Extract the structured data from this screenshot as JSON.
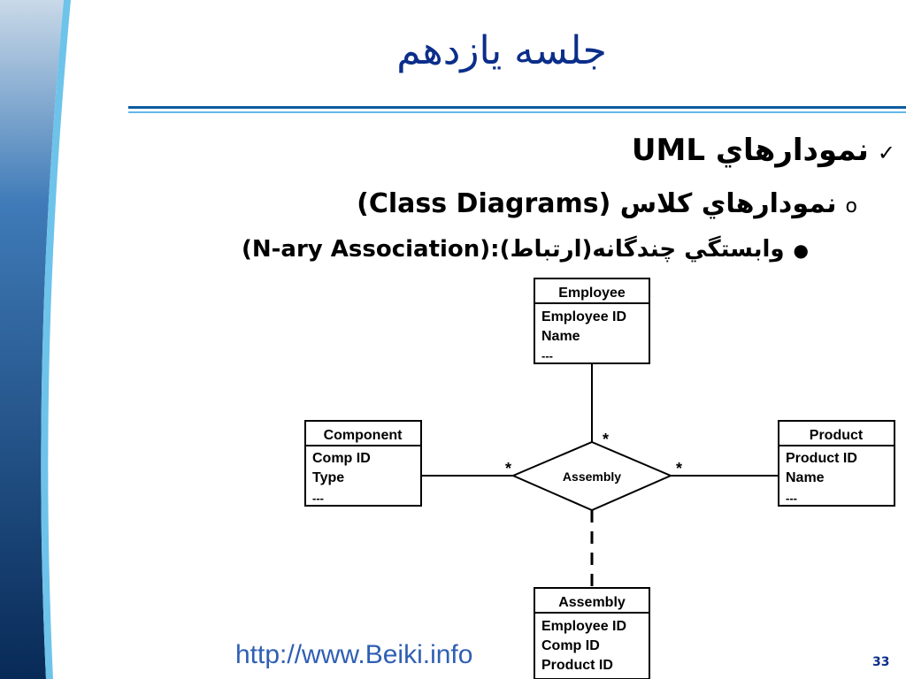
{
  "slide": {
    "title": "جلسه يازدهم",
    "bullets": [
      {
        "text_rtl": "نمودارهاي ",
        "text_ltr": "UML",
        "marker": "check-mark-icon"
      },
      {
        "text_rtl": "نمودارهاي كلاس ",
        "text_ltr": "(Class Diagrams)",
        "marker": "circle-bullet-icon"
      },
      {
        "text_rtl": "وابستگي چندگانه(ارتباط)",
        "text_ltr": "(N-ary Association):",
        "marker": "dot-bullet-icon"
      }
    ],
    "footer_url": "http://www.Beiki.info",
    "page_number": "33"
  },
  "diagram": {
    "classes": {
      "employee": {
        "name": "Employee",
        "attrs": [
          "Employee ID",
          "Name",
          "---"
        ]
      },
      "component": {
        "name": "Component",
        "attrs": [
          "Comp ID",
          "Type",
          "---"
        ]
      },
      "product": {
        "name": "Product",
        "attrs": [
          "Product ID",
          "Name",
          "---"
        ]
      },
      "assembly_class": {
        "name": "Assembly",
        "attrs": [
          "Employee ID",
          "Comp ID",
          "Product ID"
        ]
      }
    },
    "association": {
      "name": "Assembly"
    },
    "multiplicities": {
      "employee": "*",
      "component": "*",
      "product": "*"
    }
  },
  "colors": {
    "title": "#0b2e8a",
    "band_dark": "#0a2e5c",
    "band_light": "#6ec3ea",
    "url": "#2f5fb3"
  }
}
